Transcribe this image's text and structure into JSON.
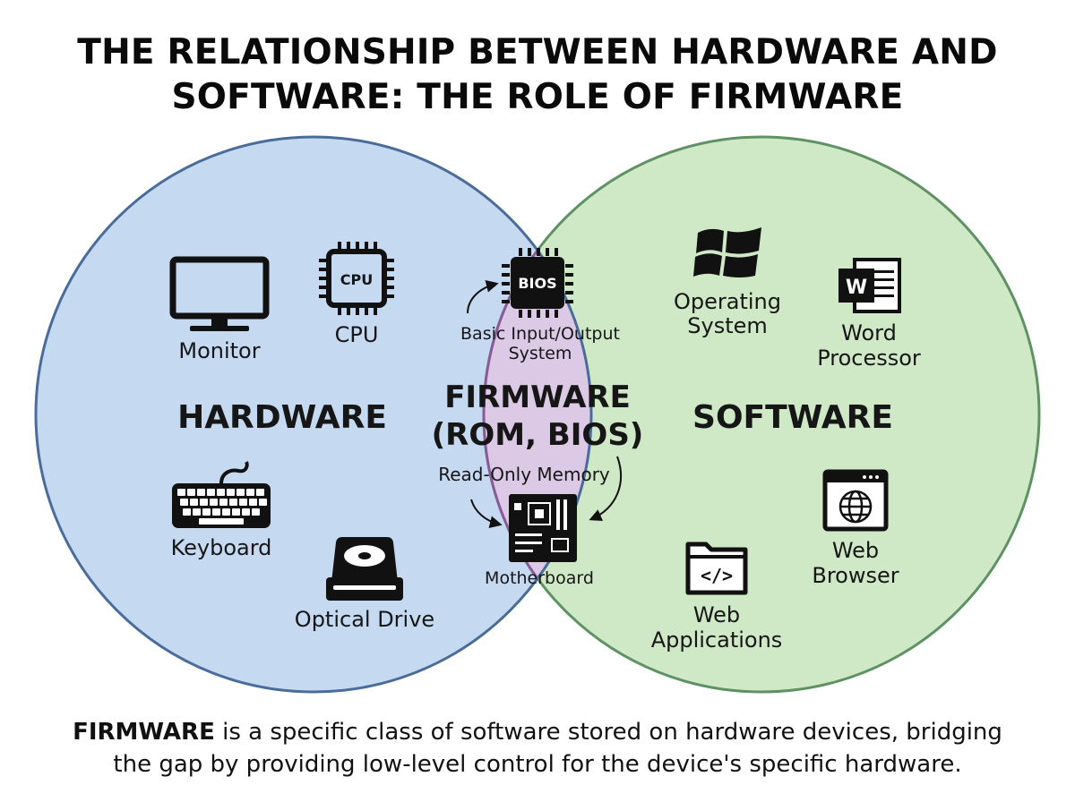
{
  "title": {
    "line1": "THE RELATIONSHIP BETWEEN HARDWARE AND",
    "line2": "SOFTWARE: THE ROLE OF FIRMWARE"
  },
  "colors": {
    "hardware_fill": "#c5d9f1",
    "hardware_stroke": "#4a6c9b",
    "software_fill": "#cfe8c6",
    "software_stroke": "#5e9163",
    "firmware_fill": "#dcc9e6",
    "firmware_stroke": "#8a5a98"
  },
  "hardware": {
    "heading": "HARDWARE",
    "items": {
      "monitor": "Monitor",
      "cpu": "CPU",
      "cpu_chip_text": "CPU",
      "keyboard": "Keyboard",
      "optical_drive": "Optical Drive"
    }
  },
  "firmware": {
    "heading_line1": "FIRMWARE",
    "heading_line2": "(ROM, BIOS)",
    "bios_chip_text": "BIOS",
    "bios_label_line1": "Basic Input/Output",
    "bios_label_line2": "System",
    "rom_label": "Read-Only Memory",
    "motherboard": "Motherboard"
  },
  "software": {
    "heading": "SOFTWARE",
    "items": {
      "os_line1": "Operating",
      "os_line2": "System",
      "word_line1": "Word",
      "word_line2": "Processor",
      "word_icon_letter": "W",
      "browser_line1": "Web",
      "browser_line2": "Browser",
      "webapps_line1": "Web",
      "webapps_line2": "Applications",
      "code_icon_text": "</>"
    }
  },
  "caption": {
    "bold": "FIRMWARE",
    "rest_line1": " is a specific class of software stored on hardware devices, bridging",
    "line2": "the gap by providing low-level control for the device's specific hardware."
  }
}
